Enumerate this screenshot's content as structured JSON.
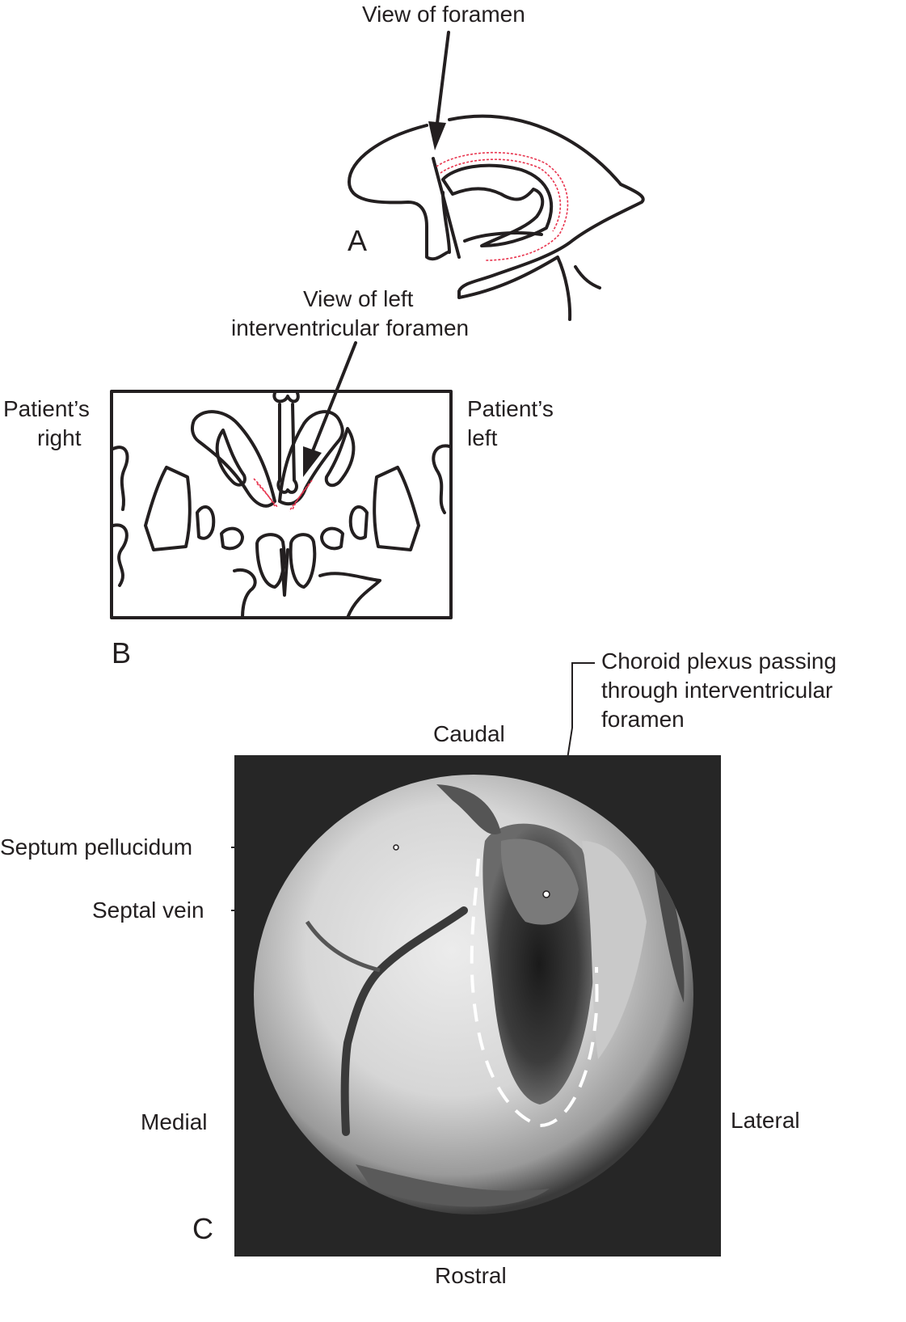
{
  "panel_a": {
    "letter": "A",
    "arrow_label": "View of foramen"
  },
  "panel_b": {
    "letter": "B",
    "arrow_label_line1": "View of left",
    "arrow_label_line2": "interventricular foramen",
    "left_side_line1": "Patient’s",
    "left_side_line2": "right",
    "right_side_line1": "Patient’s",
    "right_side_line2": "left"
  },
  "panel_c": {
    "letter": "C",
    "orientation": {
      "top": "Caudal",
      "bottom": "Rostral",
      "left": "Medial",
      "right": "Lateral"
    },
    "callouts": {
      "septum": "Septum pellucidum",
      "septal_vein": "Septal vein",
      "choroid_line1": "Choroid plexus passing",
      "choroid_line2": "through interventricular",
      "choroid_line3": "foramen"
    }
  },
  "colors": {
    "ink": "#231f20",
    "choroid_red": "#e8344e",
    "photo_background": "#262626"
  }
}
